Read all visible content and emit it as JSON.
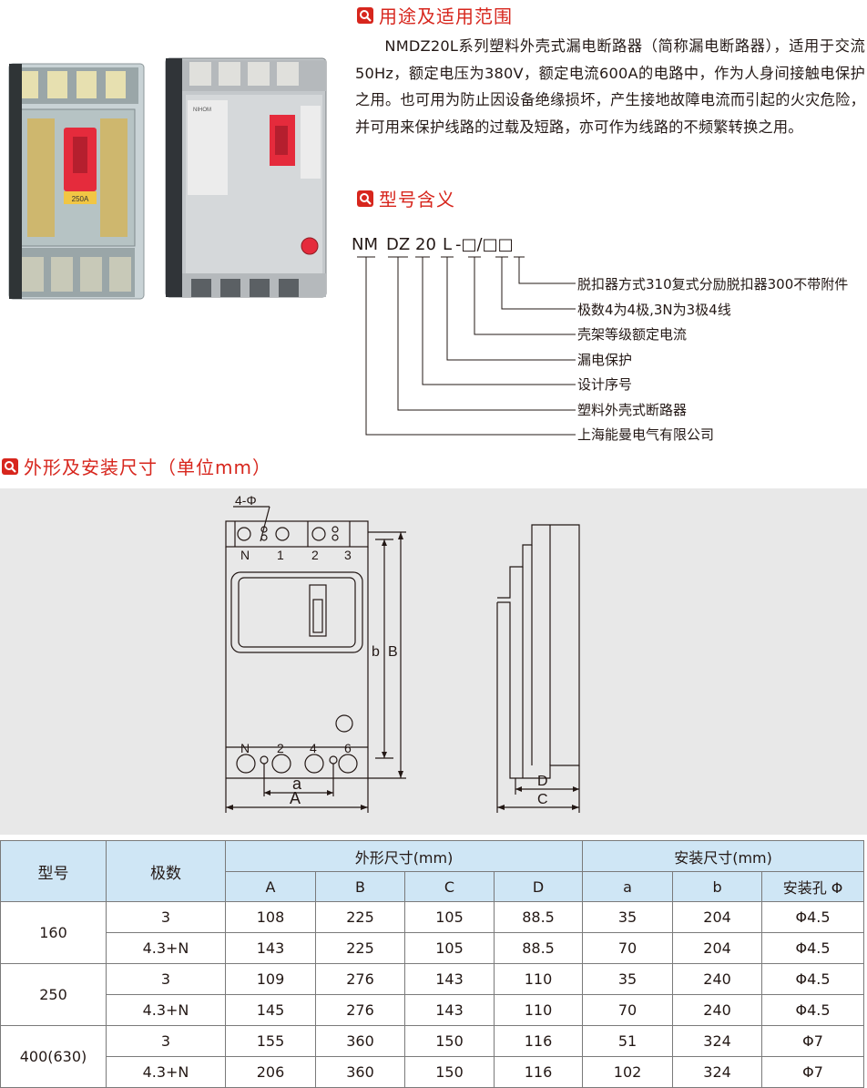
{
  "sections": {
    "usage_title": "用途及适用范围",
    "model_title": "型号含义",
    "dims_title": "外形及安装尺寸（单位mm）"
  },
  "intro_text": "NMDZ20L系列塑料外壳式漏电断路器（简称漏电断路器），适用于交流50Hz，额定电压为380V，额定电流600A的电路中，作为人身间接触电保护之用。也可用为防止因设备绝缘损坏，产生接地故障电流而引起的火灾危险，并可用来保护线路的过载及短路，亦可作为线路的不频繁转换之用。",
  "photo_labels": {
    "rating": "250A",
    "brand": "NIHOM"
  },
  "model_code": {
    "p1": "NM",
    "p2": "DZ",
    "p3": "20",
    "p4": "L",
    "p5": "-□/□□"
  },
  "model_meaning": [
    "脱扣器方式310复式分励脱扣器300不带附件",
    "极数4为4极,3N为3极4线",
    "壳架等级额定电流",
    "漏电保护",
    "设计序号",
    "塑料外壳式断路器",
    "上海能曼电气有限公司"
  ],
  "drawing_labels": {
    "holes": "4-Φ",
    "top_terms": [
      "N",
      "1",
      "2",
      "3"
    ],
    "bottom_terms": [
      "N",
      "2",
      "4",
      "6"
    ],
    "a": "a",
    "A": "A",
    "b": "b",
    "B": "B",
    "C": "C",
    "D": "D"
  },
  "table": {
    "h_model": "型号",
    "h_poles": "极数",
    "h_outline": "外形尺寸(mm)",
    "h_mount": "安装尺寸(mm)",
    "h_cols": [
      "A",
      "B",
      "C",
      "D",
      "a",
      "b",
      "安装孔 Φ"
    ],
    "groups": [
      {
        "model": "160",
        "rows": [
          {
            "poles": "3",
            "A": "108",
            "B": "225",
            "C": "105",
            "D": "88.5",
            "a": "35",
            "b": "204",
            "hole": "Φ4.5"
          },
          {
            "poles": "4.3+N",
            "A": "143",
            "B": "225",
            "C": "105",
            "D": "88.5",
            "a": "70",
            "b": "204",
            "hole": "Φ4.5"
          }
        ]
      },
      {
        "model": "250",
        "rows": [
          {
            "poles": "3",
            "A": "109",
            "B": "276",
            "C": "143",
            "D": "110",
            "a": "35",
            "b": "240",
            "hole": "Φ4.5"
          },
          {
            "poles": "4.3+N",
            "A": "145",
            "B": "276",
            "C": "143",
            "D": "110",
            "a": "70",
            "b": "240",
            "hole": "Φ4.5"
          }
        ]
      },
      {
        "model": "400(630)",
        "rows": [
          {
            "poles": "3",
            "A": "155",
            "B": "360",
            "C": "150",
            "D": "116",
            "a": "51",
            "b": "324",
            "hole": "Φ7"
          },
          {
            "poles": "4.3+N",
            "A": "206",
            "B": "360",
            "C": "150",
            "D": "116",
            "a": "102",
            "b": "324",
            "hole": "Φ7"
          }
        ]
      }
    ]
  },
  "colors": {
    "accent": "#d7261d",
    "header_bg": "#cfe6f5",
    "panel_bg": "#e8e8e8"
  }
}
